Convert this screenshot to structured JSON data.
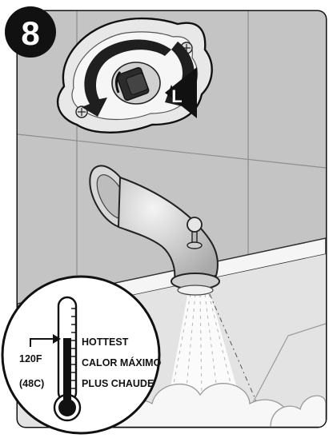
{
  "step": {
    "number": "8"
  },
  "rotation": {
    "direction_label": "L"
  },
  "temperature": {
    "setting_f": "120F",
    "setting_c": "(48C)",
    "level_lines": [
      "HOTTEST",
      "CALOR MÁXIMO",
      "PLUS CHAUDE"
    ]
  },
  "colors": {
    "frame": "#1a1a1a",
    "wall": "#c9c9c9",
    "tub": "#e6e6e6",
    "panel": "#ffffff"
  }
}
